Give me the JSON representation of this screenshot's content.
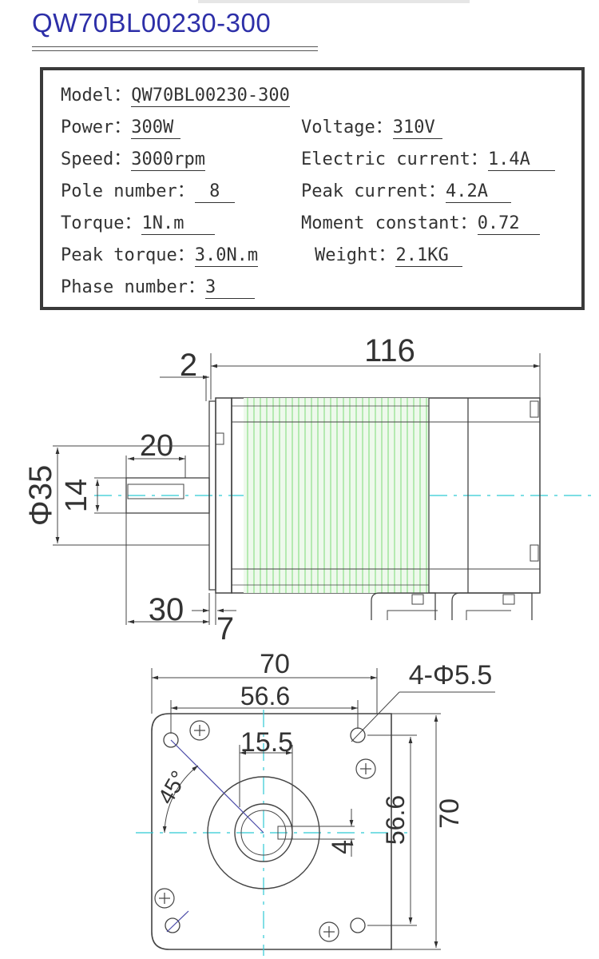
{
  "title": "QW70BL00230-300",
  "specs": {
    "model_label": "Model：",
    "model": "QW70BL00230-300",
    "power_label": "Power：",
    "power": "300W",
    "voltage_label": "Voltage：",
    "voltage": "310V",
    "speed_label": "Speed：",
    "speed": "3000rpm",
    "current_label": "Electric current：",
    "current": "1.4A",
    "pole_label": "Pole number：",
    "pole": "8",
    "peak_current_label": "Peak current：",
    "peak_current": "4.2A",
    "torque_label": "Torque：",
    "torque": "1N.m",
    "moment_label": "Moment constant：",
    "moment": "0.72",
    "peak_torque_label": "Peak torque：",
    "peak_torque": "3.0N.m",
    "weight_label": "Weight：",
    "weight": "2.1KG",
    "phase_label": "Phase number：",
    "phase": "3"
  },
  "side_view": {
    "length": "116",
    "flange_step": "2",
    "shaft_length": "20",
    "boss_diameter": "Φ35",
    "shaft_diameter": "14",
    "total_shaft": "30",
    "boss_length": "7"
  },
  "front_view": {
    "width": "70",
    "hole_spacing_h": "56.6",
    "holes": "4-Φ5.5",
    "boss_width": "15.5",
    "angle": "45°",
    "hole_spacing_v": "56.6",
    "height": "70",
    "key": "4"
  },
  "colors": {
    "title": "#2d2fa8",
    "winding": "#8fe08a",
    "centerline": "#2fc9d4",
    "diagonal": "#4a4aa8"
  }
}
